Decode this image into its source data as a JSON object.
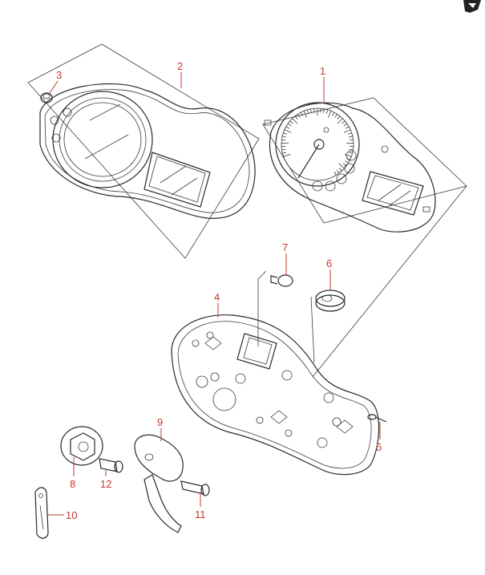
{
  "colors": {
    "callout": "#c0392b",
    "line": "#2a2a2a",
    "background": "#ffffff"
  },
  "callouts": [
    {
      "id": "1",
      "part": "meter-assembly"
    },
    {
      "id": "2",
      "part": "meter-case-cover"
    },
    {
      "id": "3",
      "part": "small-knob"
    },
    {
      "id": "4",
      "part": "lower-case"
    },
    {
      "id": "5",
      "part": "screw"
    },
    {
      "id": "6",
      "part": "grommet"
    },
    {
      "id": "7",
      "part": "bolt"
    },
    {
      "id": "8",
      "part": "damper-mount"
    },
    {
      "id": "9",
      "part": "bracket-arm"
    },
    {
      "id": "10",
      "part": "strap"
    },
    {
      "id": "11",
      "part": "bolt-long"
    },
    {
      "id": "12",
      "part": "bolt-short"
    }
  ]
}
